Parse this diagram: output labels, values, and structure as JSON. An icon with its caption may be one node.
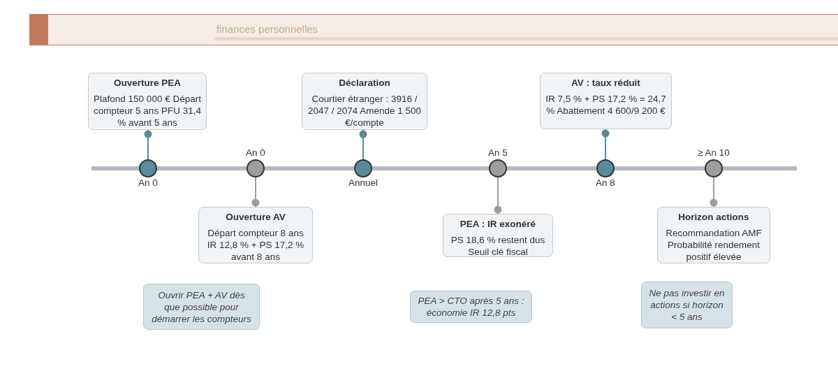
{
  "diagram": {
    "nodes": [
      {
        "text": [
          "Ouverture PEA",
          "Plafond 150 000 € Départ compteur 5 ans PFU 31,4 % avant 5 ans"
        ]
      },
      {
        "text": [
          "Déclaration",
          "Courtier étranger : 3916 / 2047 / 2074 Amende 1 500 €/compte"
        ]
      },
      {
        "text": [
          "AV : taux réduit",
          "IR 7,5 % + PS 17,2 % = 24,7 % Abattement 4 600/9 200 €"
        ]
      },
      {
        "text": [],
        "shape": "circle",
        "beside": [
          "An 0"
        ]
      },
      {
        "text": [],
        "shape": "circle",
        "beside": [
          "An 0"
        ]
      },
      {
        "text": [],
        "shape": "circle",
        "beside": [
          "Annuel"
        ]
      },
      {
        "text": [],
        "shape": "circle",
        "beside": [
          "An 5"
        ]
      },
      {
        "text": [],
        "shape": "circle",
        "beside": [
          "An 8"
        ]
      },
      {
        "text": [],
        "shape": "circle",
        "beside": [
          "≥ An 10"
        ]
      },
      {
        "text": [
          "Ouverture AV",
          "Départ compteur 8 ans IR 12,8 % + PS 17,2 % avant 8 ans"
        ]
      },
      {
        "text": [
          "PEA : IR exonéré",
          "PS 18,6 % restent dus Seuil clé fiscal"
        ]
      },
      {
        "text": [
          "Horizon actions",
          "Recommandation AMF Probabilité rendement positif élevée"
        ]
      },
      {
        "text": [
          "Ouvrir PEA + AV dès que possible pour démarrer les compteurs"
        ]
      },
      {
        "text": [
          "PEA > CTO après 5 ans : économie IR 12,8 pts"
        ]
      },
      {
        "text": [
          "Ne pas investir en actions si horizon < 5 ans"
        ]
      }
    ],
    "edges": [
      {
        "from": 3,
        "to": 0,
        "arrow": "other",
        "color": "#5b8a9c"
      },
      {
        "from": 4,
        "to": 9,
        "arrow": "other",
        "color": "#9e9e9e"
      },
      {
        "from": 5,
        "to": 1,
        "arrow": "other",
        "color": "#5b8a9c"
      },
      {
        "from": 6,
        "to": 10,
        "arrow": "other",
        "color": "#9e9e9e"
      },
      {
        "from": 7,
        "to": 2,
        "arrow": "other",
        "color": "#5b8a9c"
      },
      {
        "from": 8,
        "to": 11,
        "arrow": "other",
        "color": "#9e9e9e"
      }
    ],
    "labels": [
      "finances personnelles"
    ]
  }
}
